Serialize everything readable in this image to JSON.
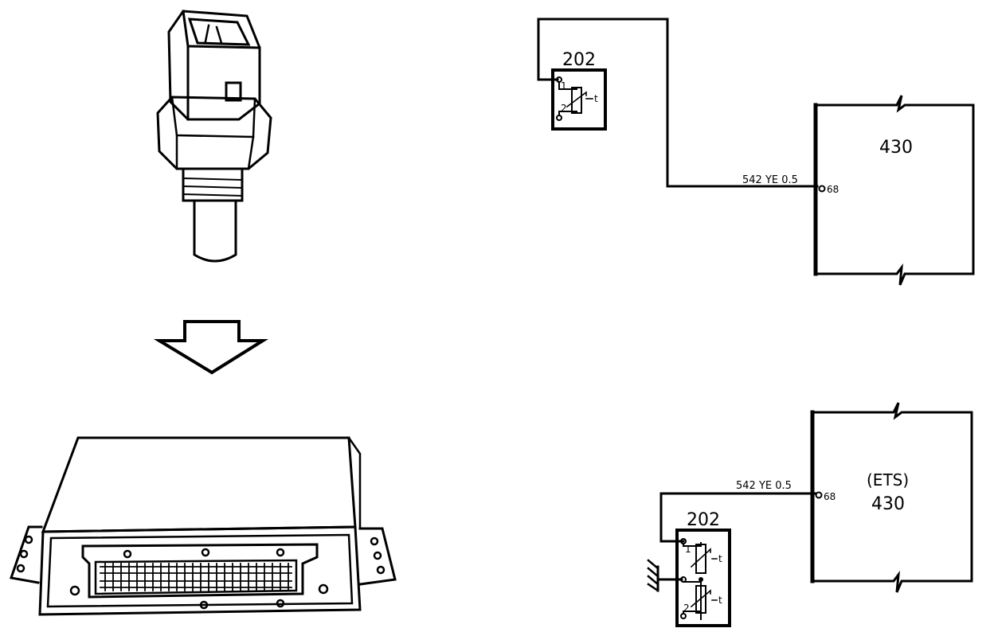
{
  "top": {
    "sensor_label": "202",
    "ecu_label": "430",
    "wire_label": "542  YE  0.5",
    "pin_label": "68",
    "sensor_pin1": "1",
    "sensor_pin2": "2",
    "temp_mark": "t"
  },
  "bottom": {
    "sensor_label": "202",
    "ecu_line1": "(ETS)",
    "ecu_line2": "430",
    "wire_label": "542  YE  0.5",
    "pin_label": "68",
    "sensor_pin1": "1",
    "sensor_pin2": "2",
    "temp_mark_a": "t",
    "temp_mark_b": "t"
  }
}
